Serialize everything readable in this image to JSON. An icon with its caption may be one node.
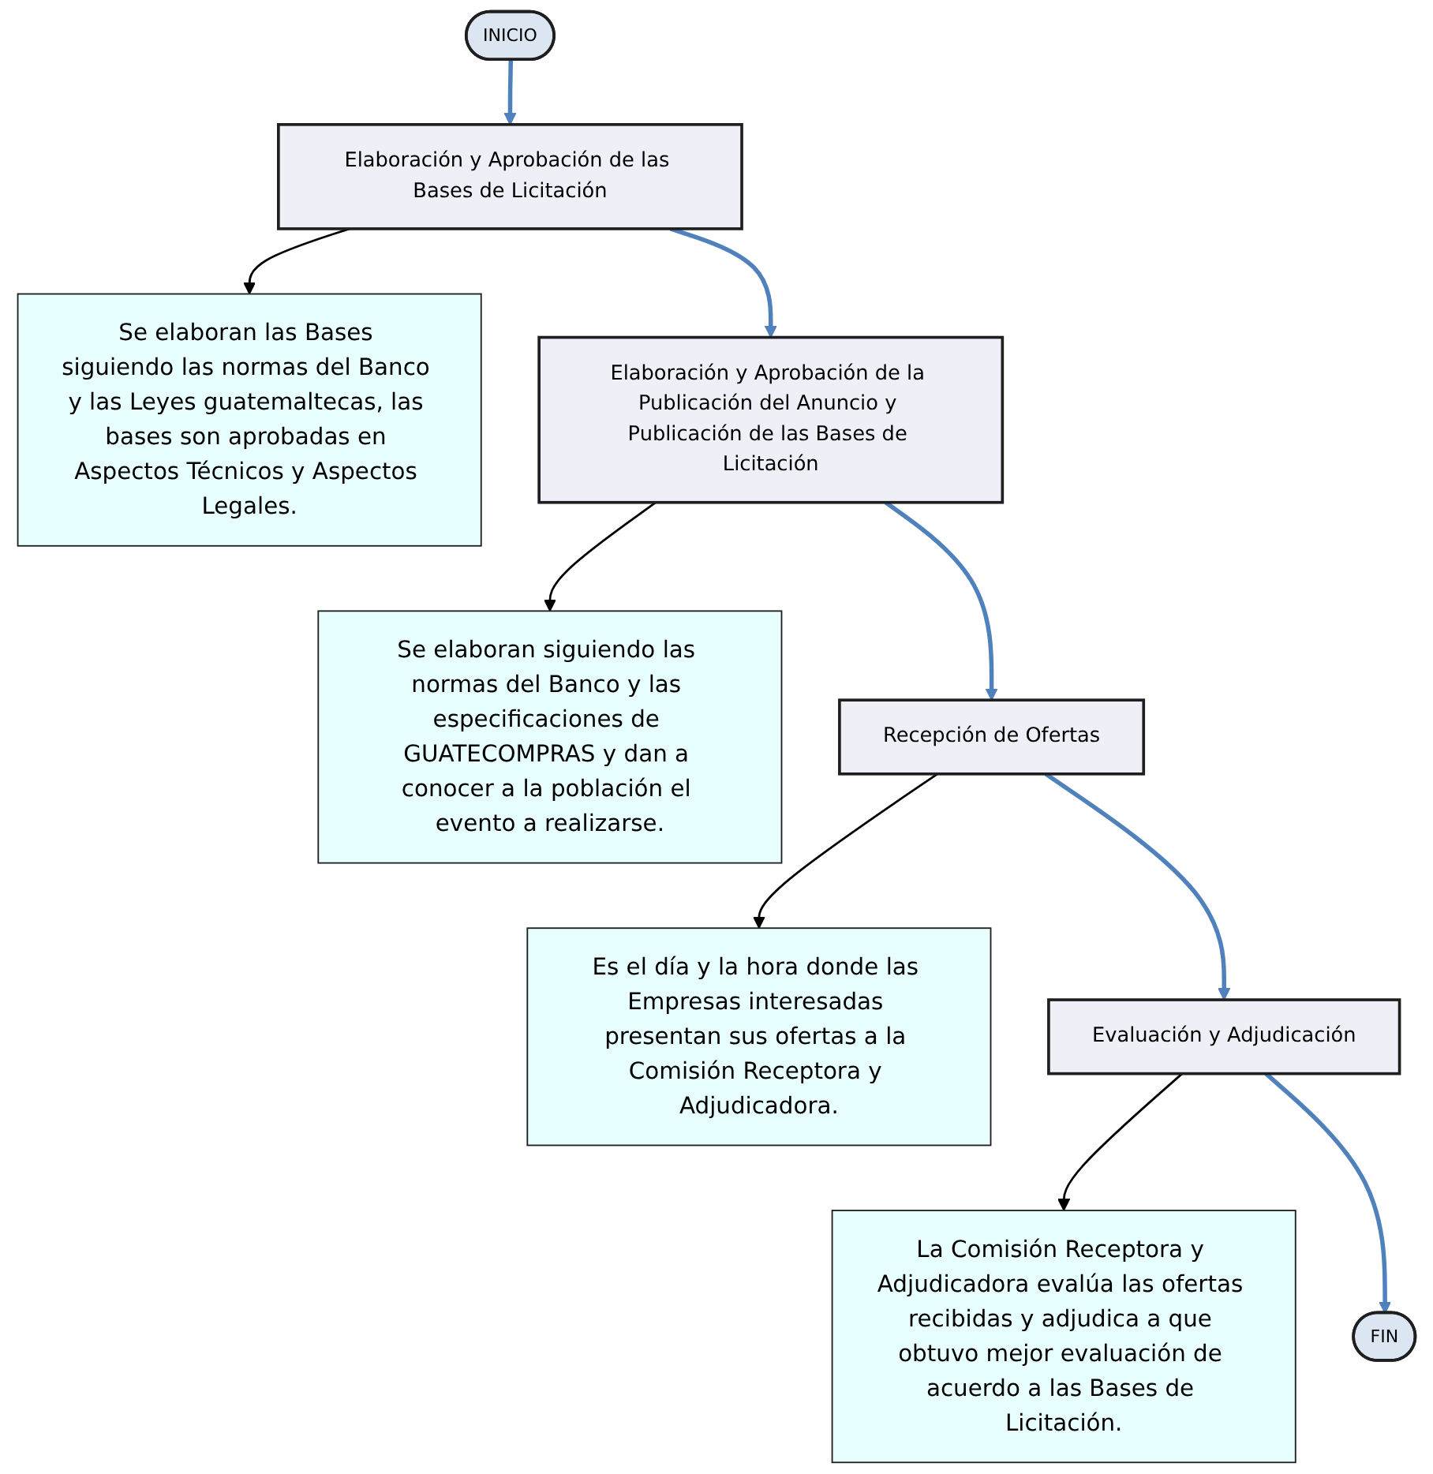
{
  "diagram": {
    "nodes": [
      {
        "text": [
          "INICIO"
        ]
      },
      {
        "text": [
          "Elaboración y Aprobación de las Bases de Licitación"
        ]
      },
      {
        "text": [
          "Se elaboran las Bases siguiendo las normas del Banco y las Leyes guatemaltecas, las bases son aprobadas en Aspectos Técnicos y Aspectos Legales."
        ]
      },
      {
        "text": [
          "Elaboración y Aprobación de la Publicación del Anuncio y Publicación de las Bases de Licitación"
        ]
      },
      {
        "text": [
          "Se elaboran siguiendo las normas del Banco y las especificaciones de GUATECOMPRAS y dan a conocer a la población el evento a realizarse."
        ]
      },
      {
        "text": [
          "Recepción de Ofertas"
        ]
      },
      {
        "text": [
          "Es el día y la hora donde las Empresas interesadas presentan sus ofertas a la Comisión Receptora y Adjudicadora."
        ]
      },
      {
        "text": [
          "Evaluación y Adjudicación"
        ]
      },
      {
        "text": [
          "La Comisión Receptora y Adjudicadora evalúa las ofertas recibidas y adjudica a que obtuvo mejor evaluación de acuerdo a las Bases de Licitación."
        ]
      },
      {
        "text": [
          "FIN"
        ]
      }
    ],
    "edges": [
      {
        "from": 0,
        "to": 1,
        "arrow": "to"
      },
      {
        "from": 1,
        "to": 2,
        "arrow": "to",
        "color": "#000000"
      },
      {
        "from": 1,
        "to": 3,
        "arrow": "to"
      },
      {
        "from": 3,
        "to": 4,
        "arrow": "to",
        "color": "#000000"
      },
      {
        "from": 3,
        "to": 5,
        "arrow": "to"
      },
      {
        "from": 5,
        "to": 6,
        "arrow": "to",
        "color": "#000000"
      },
      {
        "from": 5,
        "to": 7,
        "arrow": "to"
      },
      {
        "from": 7,
        "to": 8,
        "arrow": "to",
        "color": "#000000"
      },
      {
        "from": 7,
        "to": 9,
        "arrow": "to"
      }
    ]
  }
}
